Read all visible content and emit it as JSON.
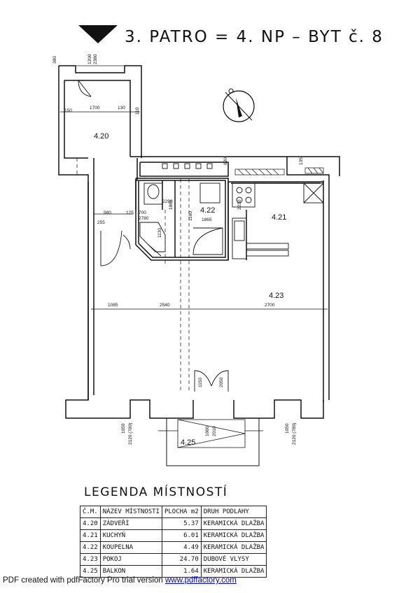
{
  "title": "3. PATRO = 4. NP – BYT č. 8",
  "rooms": {
    "r420": "4.20",
    "r421": "4.21",
    "r422": "4.22",
    "r423": "4.23",
    "r425": "4.25"
  },
  "dimensions": {
    "d380": "380",
    "d1200": "1200",
    "d2380": "2380",
    "d1700": "1700",
    "d130": "130",
    "d150": "150",
    "d110": "110",
    "d980": "980",
    "d125": "125",
    "d700": "700",
    "d2780": "2780",
    "d255": "255",
    "d1130": "1130",
    "d2290": "2290",
    "d1881": "1881",
    "d1865": "1865",
    "d1160": "1160",
    "d1085": "1085",
    "d2540": "2540",
    "d2700": "2700",
    "d1150": "1150",
    "d2050": "2050",
    "d1050": "1050",
    "d2120": "2120 (780)",
    "d1080": "1080",
    "d2010": "2010",
    "d2230": "2230",
    "d620": "620",
    "d135": "135"
  },
  "legend": {
    "title": "LEGENDA MÍSTNOSTÍ",
    "headers": [
      "Č.M.",
      "NÁZEV MÍSTNOSTI",
      "PLOCHA m2",
      "DRUH PODLAHY"
    ],
    "rows": [
      [
        "4.20",
        "ZÁDVEŘÍ",
        "5.37",
        "KERAMICKÁ DLAŽBA"
      ],
      [
        "4.21",
        "KUCHYŇ",
        "6.01",
        "KERAMICKÁ DLAŽBA"
      ],
      [
        "4.22",
        "KOUPELNA",
        "4.49",
        "KERAMICKÁ DLAŽBA"
      ],
      [
        "4.23",
        "POKOJ",
        "24.70",
        "DUBOVÉ VLYSY"
      ],
      [
        "4.25",
        "BALKON",
        "1.64",
        "KERAMICKÁ DLAŽBA"
      ]
    ]
  },
  "footer": {
    "text": "PDF created with pdfFactory Pro trial version ",
    "link": "www.pdffactory.com"
  },
  "icons": [
    "north-arrow-icon",
    "level-marker-icon"
  ]
}
